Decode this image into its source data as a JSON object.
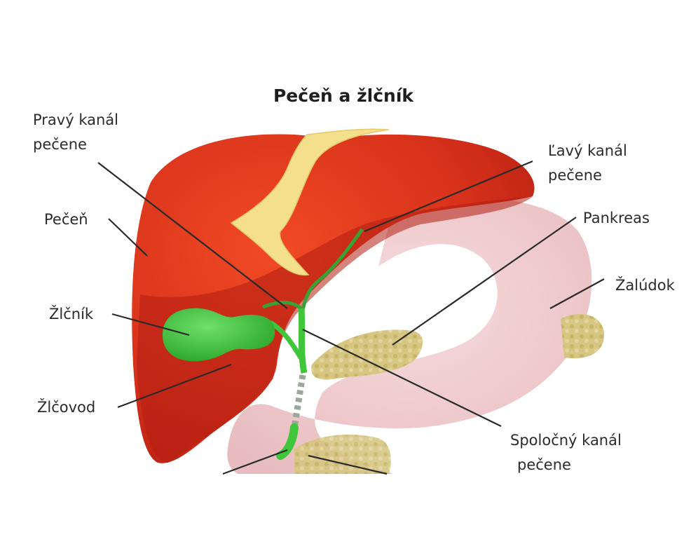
{
  "title": "Pečeň a žlčník",
  "labels": {
    "right_hepatic_duct": [
      "Pravý kanál",
      "pečene"
    ],
    "left_hepatic_duct": [
      "Ľavý kanál",
      "pečene"
    ],
    "liver": "Pečeň",
    "pancreas": "Pankreas",
    "stomach": "Žalúdok",
    "gallbladder": "Žlčník",
    "bile_duct": "Žlčovod",
    "common_hepatic_duct": [
      "Spoločný kanál",
      "pečene"
    ]
  },
  "colors": {
    "liver": "#d8321b",
    "liver_dark": "#b01e12",
    "gallbladder": "#3fc63a",
    "pancreas": "#d8c888",
    "stomach": "#f0cfd0",
    "ligament": "#f3df8c"
  }
}
